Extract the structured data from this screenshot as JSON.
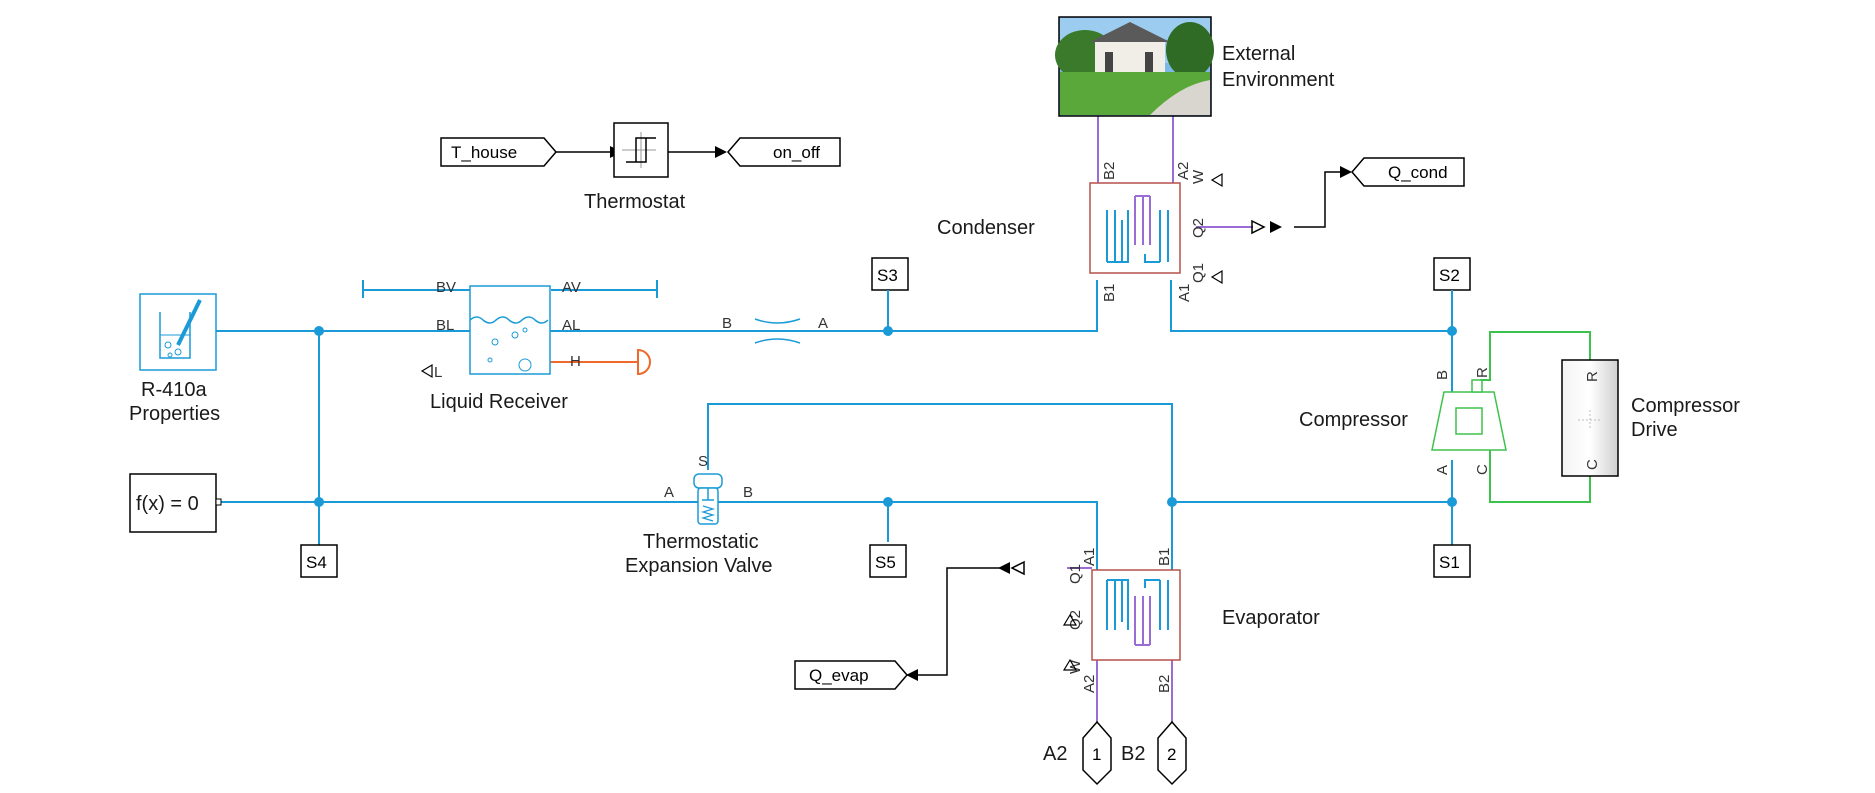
{
  "blocks": {
    "external_environment": "External\nEnvironment",
    "thermostat": "Thermostat",
    "condenser": "Condenser",
    "r410a_properties": "R-410a\nProperties",
    "liquid_receiver": "Liquid Receiver",
    "compressor": "Compressor",
    "compressor_drive": "Compressor\nDrive",
    "expansion_valve": "Thermostatic\nExpansion Valve",
    "evaporator": "Evaporator",
    "solver": "f(x) = 0"
  },
  "tags": {
    "t_house": "T_house",
    "on_off": "on_off",
    "q_cond": "Q_cond",
    "q_evap": "Q_evap",
    "s1": "S1",
    "s2": "S2",
    "s3": "S3",
    "s4": "S4",
    "s5": "S5"
  },
  "outports": {
    "a2_label": "A2",
    "a2_num": "1",
    "b2_label": "B2",
    "b2_num": "2"
  },
  "ports": {
    "cond_b2": "B2",
    "cond_a2": "A2",
    "cond_w": "W",
    "cond_q2": "Q2",
    "cond_q1": "Q1",
    "cond_b1": "B1",
    "cond_a1": "A1",
    "recv_bv": "BV",
    "recv_av": "AV",
    "recv_bl": "BL",
    "recv_al": "AL",
    "recv_h": "H",
    "recv_l": "L",
    "pipe_b": "B",
    "pipe_a": "A",
    "comp_b": "B",
    "comp_r": "R",
    "comp_a": "A",
    "comp_c": "C",
    "drive_r": "R",
    "drive_c": "C",
    "valve_s": "S",
    "valve_a": "A",
    "valve_b": "B",
    "evap_q1": "Q1",
    "evap_a1": "A1",
    "evap_b1": "B1",
    "evap_q2": "Q2",
    "evap_w": "W",
    "evap_a2": "A2",
    "evap_b2": "B2"
  },
  "colors": {
    "thermal_liquid": "#1a9bd7",
    "moist_air": "#9a6cd6",
    "mechanical": "#3ec24e",
    "thermal": "#ef6a2a"
  }
}
